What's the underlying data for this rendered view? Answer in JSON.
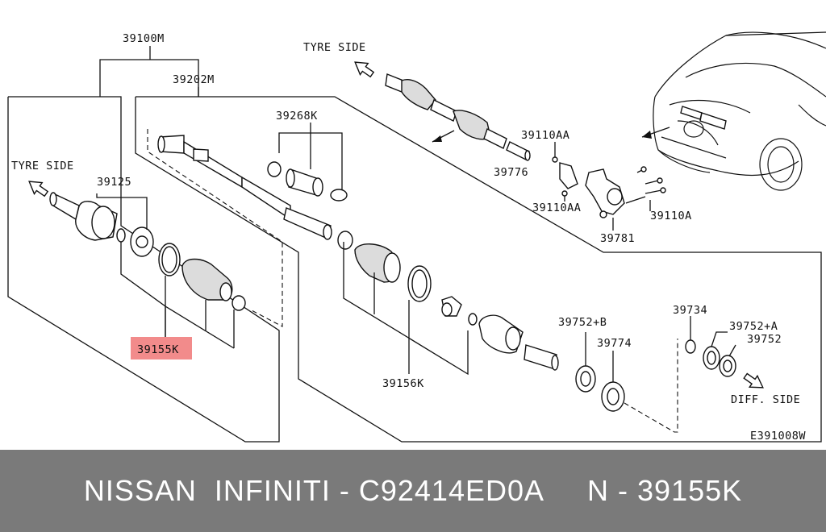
{
  "diagram": {
    "labels": {
      "assembly_main": "39100M",
      "assembly_shaft": "39202M",
      "boot_kit_inner": "39268K",
      "tyre_side_left": "TYRE SIDE",
      "tyre_side_top": "TYRE SIDE",
      "joint_outer": "39125",
      "boot_kit_outer": "39155K",
      "boot_kit_mid": "39156K",
      "bolt_aa_top": "39110AA",
      "bracket_plate": "39776",
      "bolt_aa_bottom": "39110AA",
      "bolt_a": "39110A",
      "support_bracket": "39781",
      "bearing_b": "39752+B",
      "bearing_main": "39774",
      "circlip": "39734",
      "seal_a": "39752+A",
      "seal": "39752",
      "diff_side": "DIFF. SIDE",
      "diagram_code": "E391008W"
    },
    "highlight_color": "#f28b8b"
  },
  "footer": {
    "text": "NISSAN  INFINITI - C92414ED0A     N - 39155K"
  }
}
